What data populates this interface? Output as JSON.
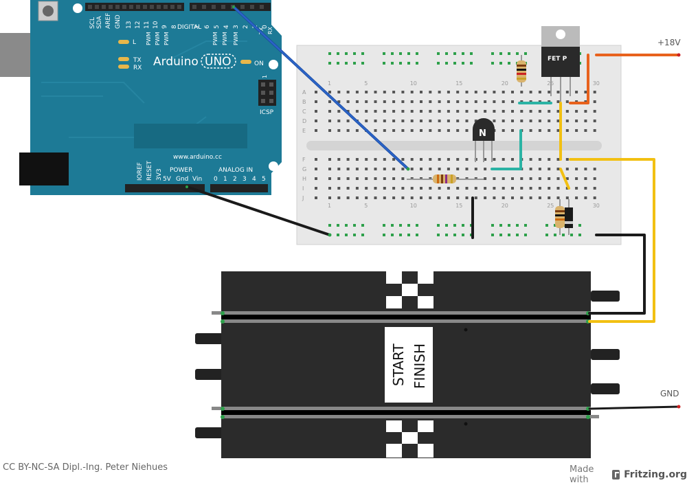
{
  "arduino": {
    "brand": "Arduino",
    "model": "UNO",
    "website": "www.arduino.cc",
    "digital_label": "DIGITAL",
    "power_label": "POWER",
    "analog_label": "ANALOG IN",
    "icsp_label": "ICSP",
    "on_label": "ON",
    "led_l": "L",
    "led_tx": "TX",
    "led_rx": "RX",
    "top_pins": [
      "SCL",
      "SDA",
      "AREF",
      "GND",
      "13",
      "12",
      "11",
      "10",
      "9",
      "8",
      "7",
      "6",
      "5",
      "4",
      "3",
      "2",
      "1",
      "0"
    ],
    "top_pin_tx": "TX",
    "top_pin_rx": "RX",
    "pwm": "PWM",
    "power_pins": [
      "IOREF",
      "RESET",
      "3V3",
      "5V",
      "Gnd",
      "Vin"
    ],
    "analog_pins": [
      "0",
      "1",
      "2",
      "3",
      "4",
      "5"
    ],
    "icsp_pin_one": "1",
    "board_color": "#1d7a96"
  },
  "breadboard": {
    "row_letters_top": [
      "A",
      "B",
      "C",
      "D",
      "E"
    ],
    "row_letters_bottom": [
      "F",
      "G",
      "H",
      "I",
      "J"
    ],
    "column_numbers": [
      "1",
      "5",
      "10",
      "15",
      "20",
      "25",
      "30"
    ]
  },
  "components": {
    "transistor_label": "N",
    "fet_label": "FET P"
  },
  "supply": {
    "plus_label": "+18V",
    "gnd_label": "GND"
  },
  "track": {
    "line1": "START",
    "line2": "FINISH"
  },
  "wires": {
    "blue": "#2b64c8",
    "black": "#1a1a1a",
    "orange": "#e8621d",
    "yellow": "#f2c012",
    "teal": "#2bb3a4"
  },
  "footer": {
    "credit": "CC BY-NC-SA Dipl.-Ing. Peter Niehues",
    "made_with": "Made with",
    "fritzing": "Fritzing.org"
  }
}
